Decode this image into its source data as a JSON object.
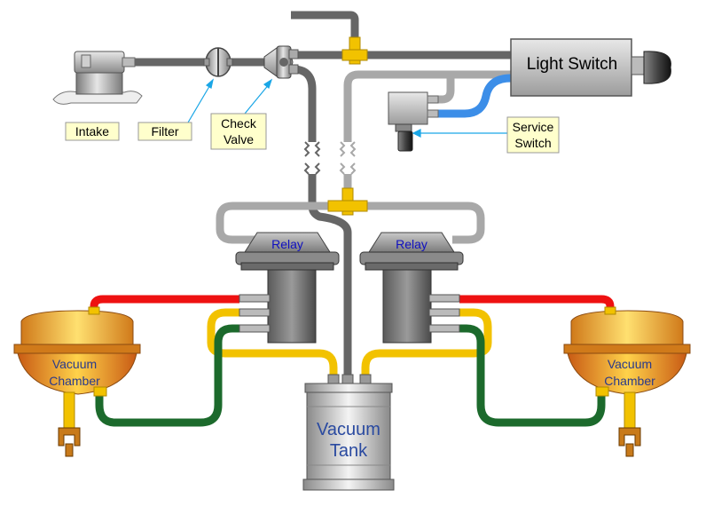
{
  "labels": {
    "intake": "Intake",
    "filter": "Filter",
    "check_valve_line1": "Check",
    "check_valve_line2": "Valve",
    "light_switch": "Light Switch",
    "service_switch_line1": "Service",
    "service_switch_line2": "Switch",
    "relay_left": "Relay",
    "relay_right": "Relay",
    "vacuum_chamber_line1": "Vacuum",
    "vacuum_chamber_line2": "Chamber",
    "vacuum_tank_line1": "Vacuum",
    "vacuum_tank_line2": "Tank"
  },
  "colors": {
    "hose_dark": "#666666",
    "hose_light": "#a8a8a8",
    "hose_blue": "#3c8ee8",
    "hose_red": "#ee1111",
    "hose_yellow": "#f2c200",
    "hose_green": "#1c6a2c",
    "callout_fill": "#ffffcc",
    "callout_line": "#1aa6e6",
    "relay_text": "#1010c0",
    "tank_text": "#2a4aa0"
  }
}
